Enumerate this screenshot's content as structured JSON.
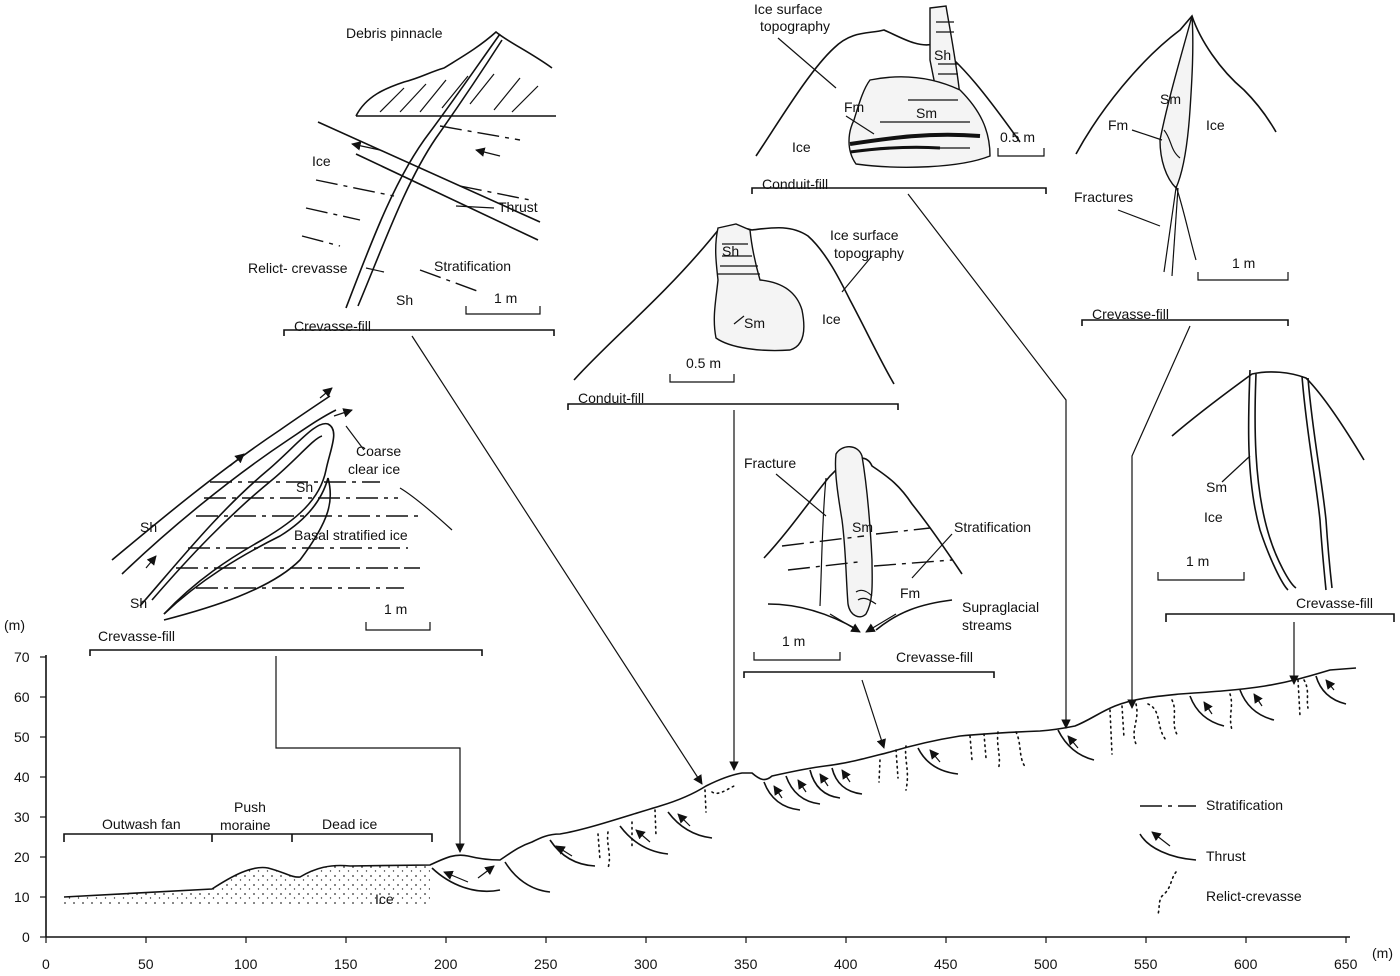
{
  "axes": {
    "y_unit": "(m)",
    "x_unit": "(m)",
    "y_ticks": [
      "0",
      "10",
      "20",
      "30",
      "40",
      "50",
      "60",
      "70"
    ],
    "x_ticks": [
      "0",
      "50",
      "100",
      "150",
      "200",
      "250",
      "300",
      "350",
      "400",
      "450",
      "500",
      "550",
      "600",
      "650"
    ]
  },
  "profile_labels": {
    "outwash_fan": "Outwash fan",
    "push_moraine_1": "Push",
    "push_moraine_2": "moraine",
    "dead_ice": "Dead ice",
    "ice": "Ice"
  },
  "legend": {
    "stratification": "Stratification",
    "thrust": "Thrust",
    "relict_crevasse": "Relict-crevasse"
  },
  "panels": {
    "p1": {
      "caption": "Crevasse-fill",
      "debris_pinnacle": "Debris pinnacle",
      "ice": "Ice",
      "thrust": "Thrust",
      "relict_crevasse": "Relict- crevasse",
      "stratification": "Stratification",
      "sh": "Sh",
      "scale": "1 m"
    },
    "p2": {
      "caption": "Conduit-fill",
      "ice_surface_1": "Ice surface",
      "ice_surface_2": "topography",
      "sh": "Sh",
      "fm": "Fm",
      "sm": "Sm",
      "ice": "Ice",
      "scale": "0.5 m"
    },
    "p3": {
      "caption": "Crevasse-fill",
      "sm": "Sm",
      "fm": "Fm",
      "ice": "Ice",
      "fractures": "Fractures",
      "scale": "1 m"
    },
    "p4": {
      "caption": "Conduit-fill",
      "sh": "Sh",
      "sm": "Sm",
      "ice": "Ice",
      "ice_surface_1": "Ice surface",
      "ice_surface_2": "topography",
      "scale": "0.5 m"
    },
    "p5": {
      "caption": "Crevasse-fill",
      "coarse_1": "Coarse",
      "coarse_2": "clear ice",
      "basal": "Basal stratified ice",
      "sh_a": "Sh",
      "sh_b": "Sh",
      "sh_c": "Sh",
      "scale": "1 m"
    },
    "p6": {
      "caption": "Crevasse-fill",
      "fracture": "Fracture",
      "sm": "Sm",
      "fm": "Fm",
      "stratification": "Stratification",
      "supraglacial_1": "Supraglacial",
      "supraglacial_2": "streams",
      "scale": "1 m"
    },
    "p7": {
      "caption": "Crevasse-fill",
      "sm": "Sm",
      "ice": "Ice",
      "scale": "1 m"
    }
  }
}
